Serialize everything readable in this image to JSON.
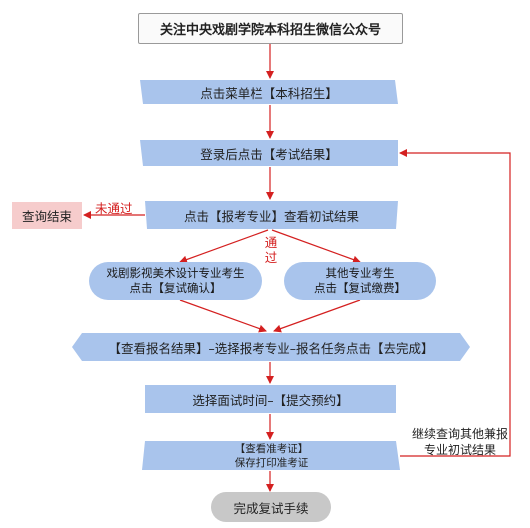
{
  "nodes": {
    "title": "关注中央戏剧学院本科招生微信公众号",
    "step1": "点击菜单栏【本科招生】",
    "step2": "登录后点击【考试结果】",
    "step3": "点击【报考专业】查看初试结果",
    "end_query": "查询结束",
    "branch_left_line1": "戏剧影视美术设计专业考生",
    "branch_left_line2": "点击【复试确认】",
    "branch_right_line1": "其他专业考生",
    "branch_right_line2": "点击【复试缴费】",
    "step4": "【查看报名结果】–选择报考专业–报名任务点击【去完成】",
    "step5": "选择面试时间–【提交预约】",
    "step6_line1": "【查看准考证】",
    "step6_line2": "保存打印准考证",
    "final": "完成复试手续"
  },
  "labels": {
    "fail": "未通过",
    "pass": "通过",
    "loop_line1": "继续查询其他兼报",
    "loop_line2": "专业初试结果"
  },
  "colors": {
    "arrow": "#d42020",
    "box_fill": "#a9c4ec",
    "end_fill": "#f6cccc",
    "final_fill": "#c8c8c8"
  }
}
